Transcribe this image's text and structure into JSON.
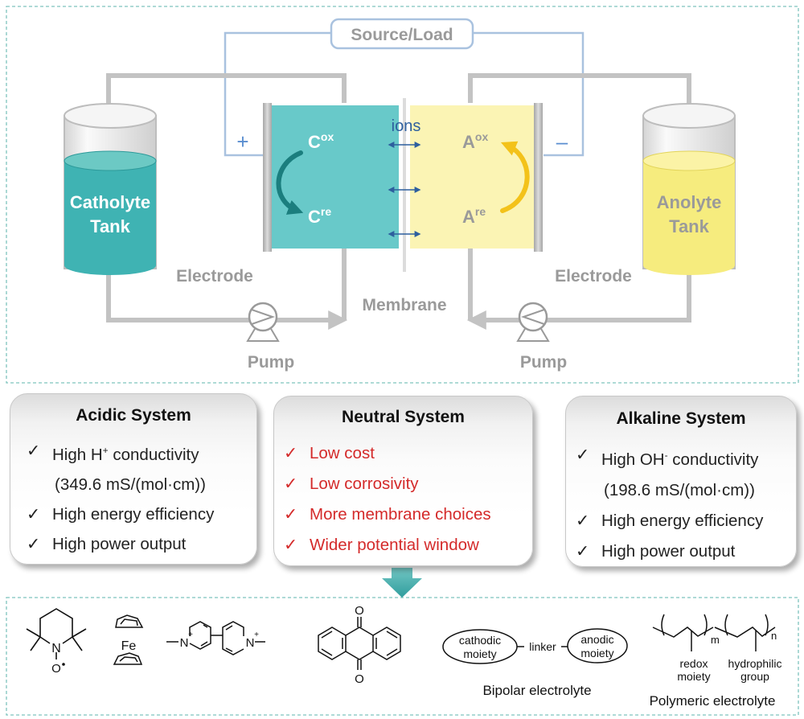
{
  "colors": {
    "catholyte": "#3fb3b3",
    "catholyte_cell": "#68c9c9",
    "anolyte": "#f6ec7e",
    "anolyte_cell": "#fbf4b4",
    "pipe_gray": "#c3c3c3",
    "wire_blue": "#a9c2df",
    "label_gray": "#9a9a9a",
    "arrow_blue": "#2d5f9e",
    "dashed_border": "#7ec3be",
    "red_text": "#d42a2a"
  },
  "diagram": {
    "source_load": "Source/Load",
    "plus": "+",
    "minus": "–",
    "catholyte_tank_line1": "Catholyte",
    "catholyte_tank_line2": "Tank",
    "anolyte_tank_line1": "Anolyte",
    "anolyte_tank_line2": "Tank",
    "electrode_left": "Electrode",
    "electrode_right": "Electrode",
    "membrane": "Membrane",
    "pump_left": "Pump",
    "pump_right": "Pump",
    "ions": "ions",
    "c_letter": "C",
    "c_ox_sup": "ox",
    "c_re_sup": "re",
    "a_letter": "A",
    "a_ox_sup": "ox",
    "a_re_sup": "re"
  },
  "systems": {
    "acidic": {
      "title": "Acidic System",
      "item1_main": "High H",
      "item1_sup": "+",
      "item1_rest": " conductivity",
      "item1_cont": "(349.6 mS/(mol·cm))",
      "item2": "High energy efficiency",
      "item3": "High power output"
    },
    "neutral": {
      "title": "Neutral System",
      "items": [
        "Low cost",
        "Low corrosivity",
        "More membrane choices",
        "Wider potential window"
      ]
    },
    "alkaline": {
      "title": "Alkaline System",
      "item1_main": "High OH",
      "item1_sup": "-",
      "item1_rest": " conductivity",
      "item1_cont": "(198.6 mS/(mol·cm))",
      "item2": "High energy efficiency",
      "item3": "High power output"
    }
  },
  "check_mark": "✓",
  "molecules": {
    "tempo_n": "N",
    "tempo_o": "O",
    "fe": "Fe",
    "viologen_n_left": "N",
    "viologen_n_right": "N",
    "plus_sign": "+",
    "aq_o_top": "O",
    "aq_o_bottom": "O",
    "bipolar_cathodic_line1": "cathodic",
    "bipolar_cathodic_line2": "moiety",
    "bipolar_linker": "linker",
    "bipolar_anodic_line1": "anodic",
    "bipolar_anodic_line2": "moiety",
    "bipolar_caption": "Bipolar electrolyte",
    "poly_m": "m",
    "poly_n": "n",
    "poly_redox_line1": "redox",
    "poly_redox_line2": "moiety",
    "poly_hydro_line1": "hydrophilic",
    "poly_hydro_line2": "group",
    "poly_caption": "Polymeric electrolyte"
  }
}
